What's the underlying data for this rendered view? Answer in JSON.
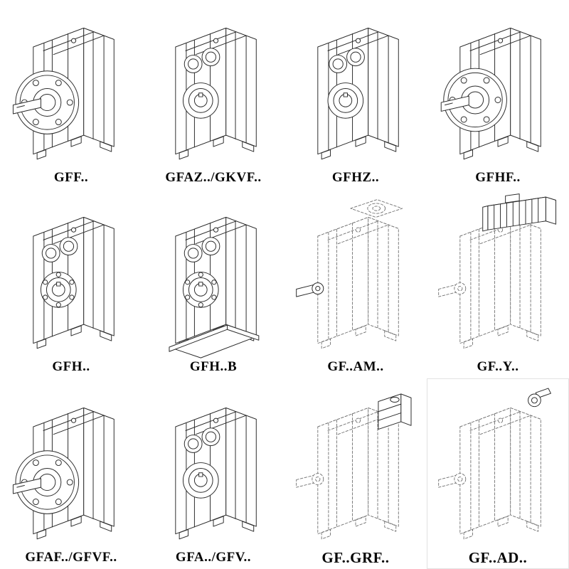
{
  "page": {
    "background": "#ffffff",
    "ink": "#2a2a2a",
    "label_color": "#050505"
  },
  "catalog": {
    "columns": 4,
    "rows": 3,
    "cells": [
      {
        "label": "GFF..",
        "line_style": "solid",
        "feature": "output-flange"
      },
      {
        "label": "GFAZ../GKVF..",
        "line_style": "solid",
        "feature": "hollow-shaft"
      },
      {
        "label": "GFHZ..",
        "line_style": "solid",
        "feature": "hollow-shaft"
      },
      {
        "label": "GFHF..",
        "line_style": "solid",
        "feature": "output-flange"
      },
      {
        "label": "GFH..",
        "line_style": "solid",
        "feature": "hollow-shaft-bolt-ring"
      },
      {
        "label": "GFH..B",
        "line_style": "solid",
        "feature": "base-plate"
      },
      {
        "label": "GF..AM..",
        "line_style": "dashed",
        "feature": "top-adapter-flange"
      },
      {
        "label": "GF..Y..",
        "line_style": "dashed",
        "feature": "mounted-motor"
      },
      {
        "label": "GFAF../GFVF..",
        "line_style": "solid",
        "feature": "output-flange"
      },
      {
        "label": "GFA../GFV..",
        "line_style": "solid",
        "feature": "hollow-shaft"
      },
      {
        "label": "GF..GRF..",
        "line_style": "dashed",
        "feature": "input-adapter"
      },
      {
        "label": "GF..AD..",
        "line_style": "dashed",
        "feature": "input-shaft"
      }
    ]
  }
}
